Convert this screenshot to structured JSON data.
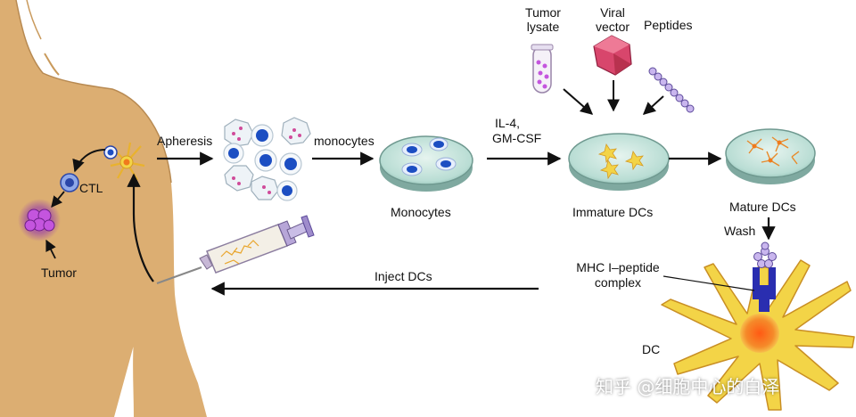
{
  "labels": {
    "apheresis": "Apheresis",
    "monocytes_arrow": "monocytes",
    "monocytes": "Monocytes",
    "cytokines_line1": "IL-4,",
    "cytokines_line2": "GM-CSF",
    "tumor_lysate_line1": "Tumor",
    "tumor_lysate_line2": "lysate",
    "viral_vector_line1": "Viral",
    "viral_vector_line2": "vector",
    "peptides": "Peptides",
    "immature_dcs": "Immature DCs",
    "mature_dcs": "Mature DCs",
    "wash": "Wash",
    "mhc_line1": "MHC I–peptide",
    "mhc_line2": "complex",
    "dc": "DC",
    "inject_dcs": "Inject DCs",
    "ctl": "CTL",
    "tumor": "Tumor"
  },
  "watermark": "知乎 @细胞中心的白泽",
  "colors": {
    "skin": "#dcae72",
    "skin_shadow": "#c99a5c",
    "monocyte_nucleus": "#1c4ec2",
    "dc_body": "#f3d447",
    "dc_nucleus": "#f07a1c",
    "tumor_purple": "#b23ad0",
    "viral_vector": "#d8466c",
    "receptor": "#2a2eb0",
    "peptide": "#b9a3e6"
  }
}
